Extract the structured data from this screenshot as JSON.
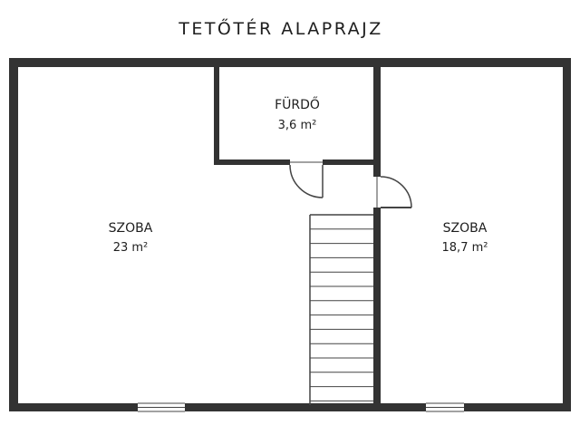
{
  "plan": {
    "title": "TETŐTÉR ALAPRAJZ",
    "colors": {
      "wall": "#333333",
      "line": "#444444",
      "background": "#ffffff"
    },
    "rooms": {
      "left": {
        "name": "SZOBA",
        "area": "23 m²"
      },
      "bath": {
        "name": "FÜRDŐ",
        "area": "3,6 m²"
      },
      "right": {
        "name": "SZOBA",
        "area": "18,7 m²"
      }
    }
  }
}
